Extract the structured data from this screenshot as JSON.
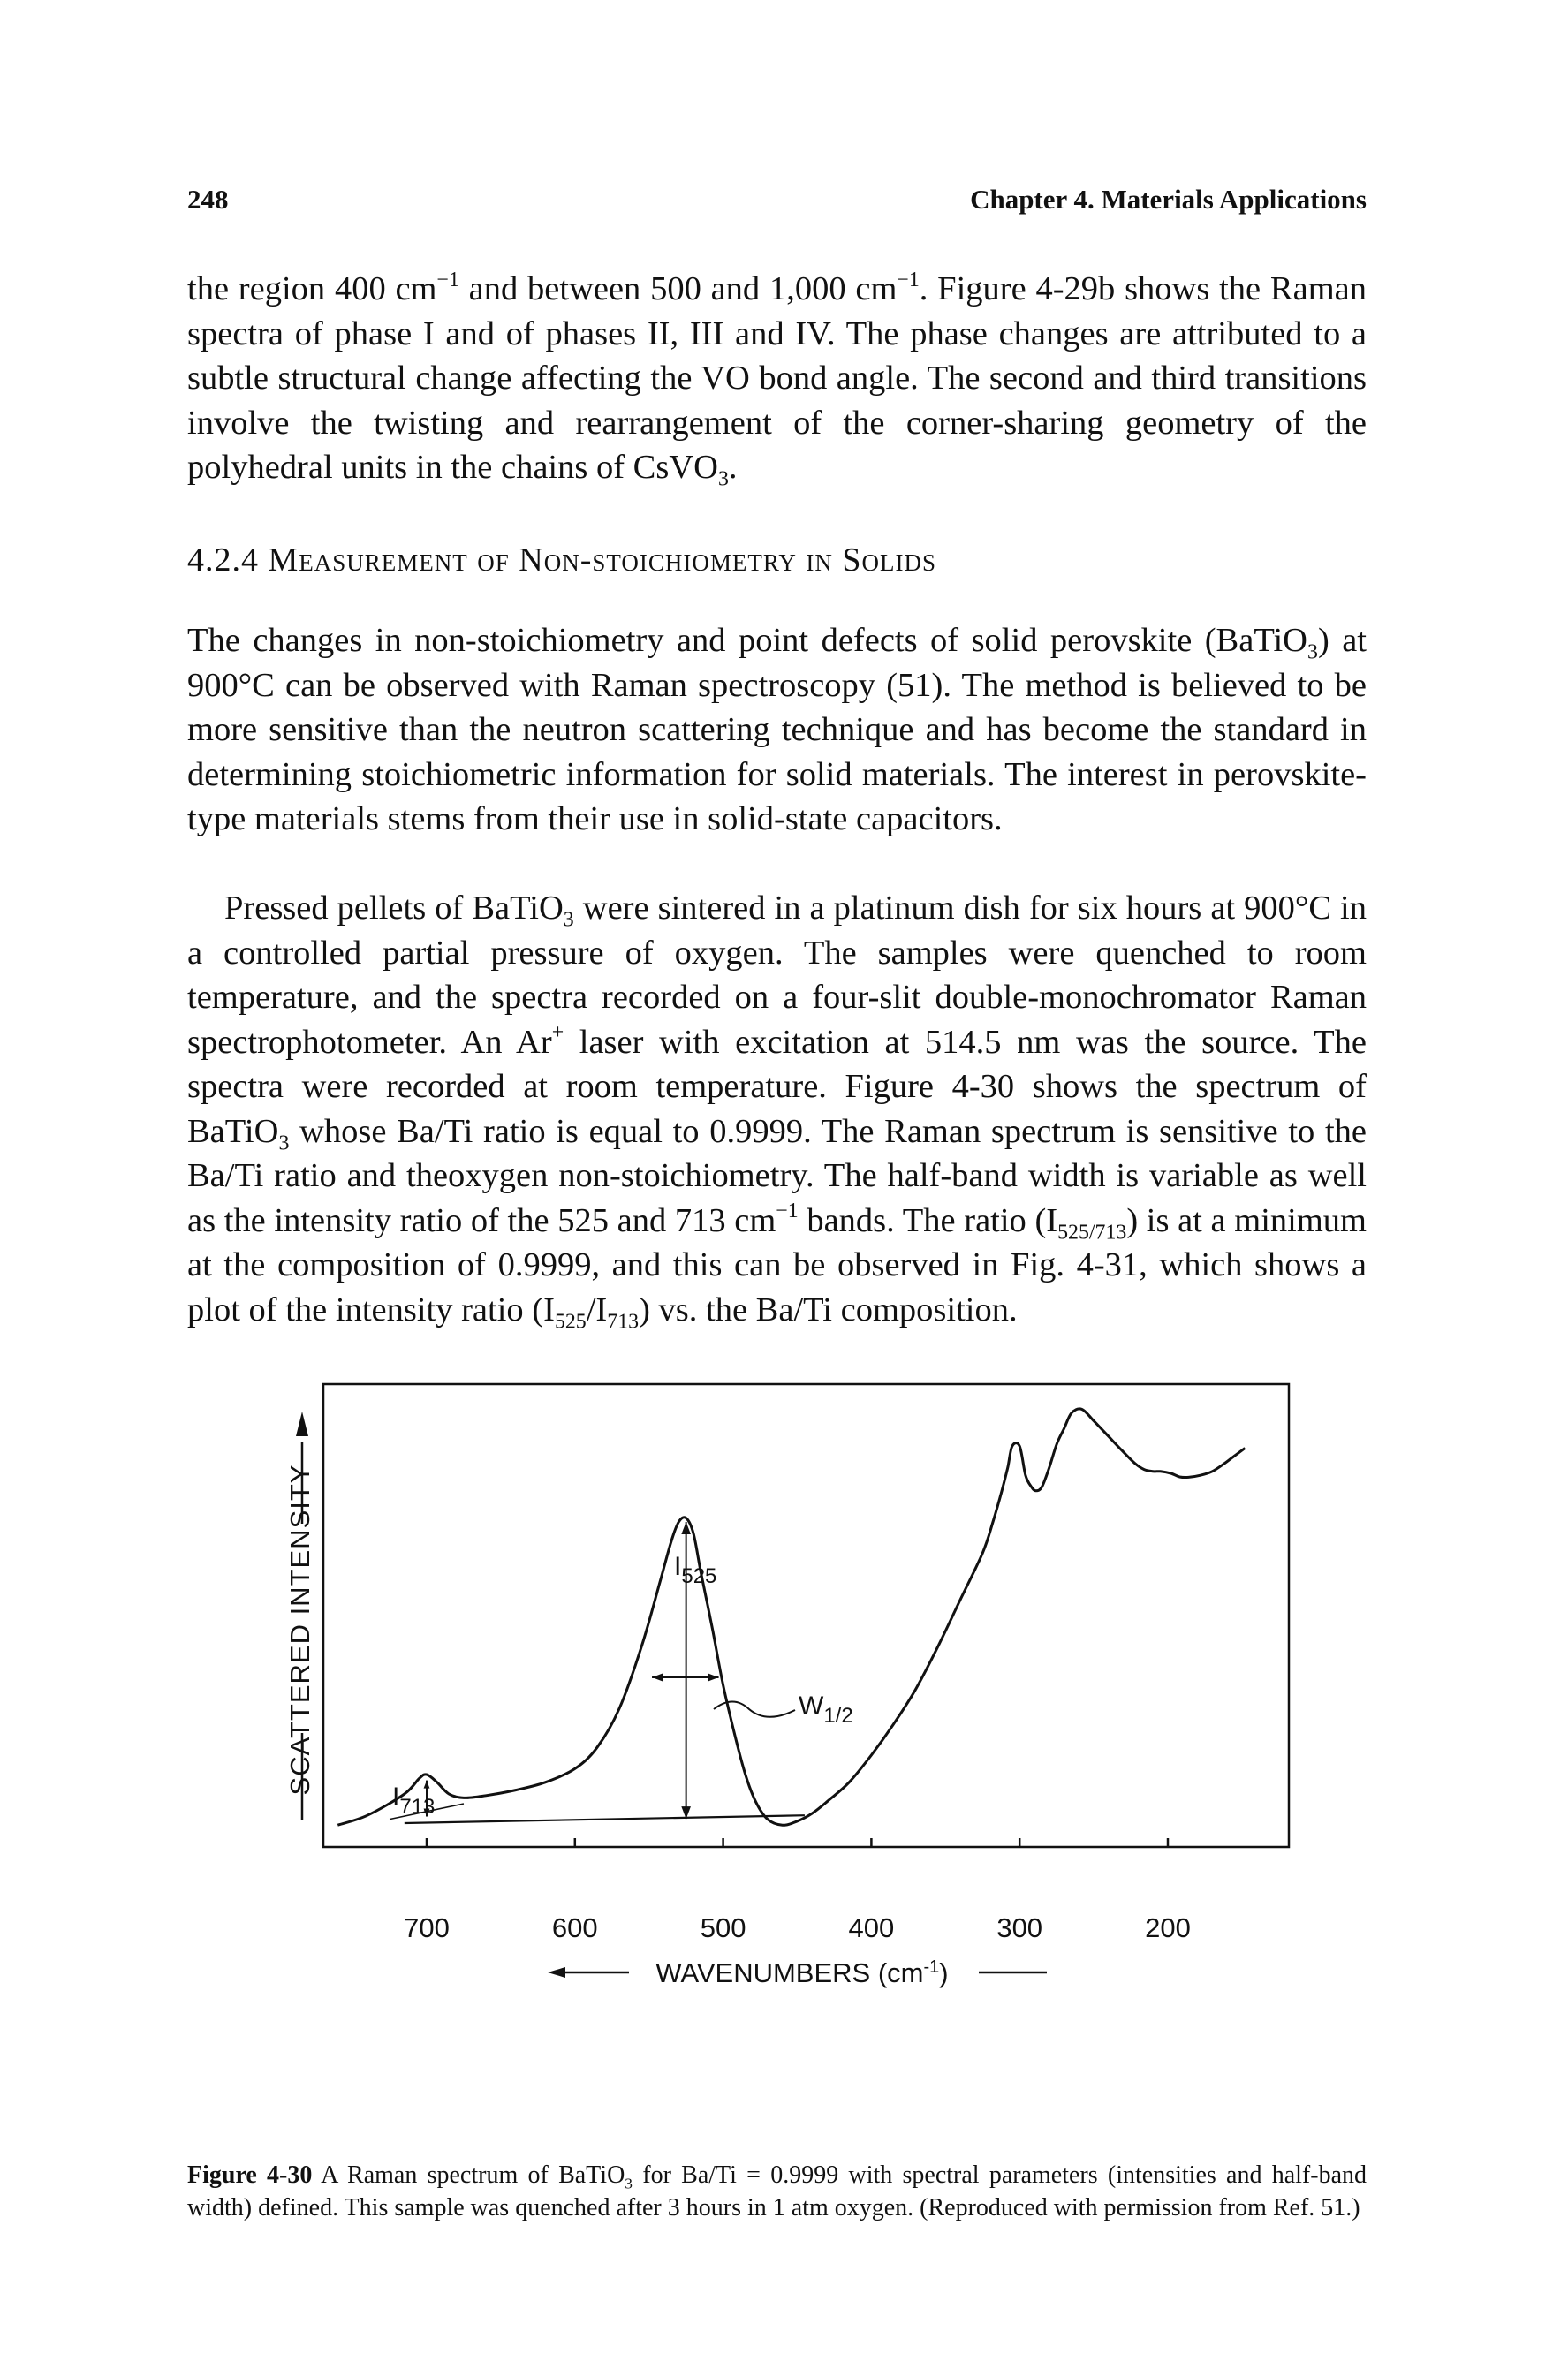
{
  "header": {
    "page_number": "248",
    "chapter": "Chapter 4. Materials Applications"
  },
  "paragraphs": {
    "p1": [
      {
        "t": "the region 400 cm"
      },
      {
        "sup": "−1"
      },
      {
        "t": " and between 500 and 1,000 cm"
      },
      {
        "sup": "−1"
      },
      {
        "t": ". Figure 4-29b shows the Raman spectra of phase I and of phases II, III and IV. The phase changes are attributed to a subtle structural change affecting the VO bond angle. The second and third transitions involve the twisting and rearrangement of the corner-sharing geometry of the polyhedral units in the chains of CsVO"
      },
      {
        "sub": "3"
      },
      {
        "t": "."
      }
    ],
    "p2": [
      {
        "t": "The changes in non-stoichiometry and point defects of solid perovskite (BaTiO"
      },
      {
        "sub": "3"
      },
      {
        "t": ") at 900°C can be observed with Raman spectroscopy (51). The method is believed to be more sensitive than the neutron scattering technique and has become the standard in determining stoichiometric information for solid materials. The interest in perovskite-type materials stems from their use in solid-state capacitors."
      }
    ],
    "p3": [
      {
        "t": "Pressed pellets of BaTiO"
      },
      {
        "sub": "3"
      },
      {
        "t": " were sintered in a platinum dish for six hours at 900°C in a controlled partial pressure of oxygen. The samples were quenched to room temperature, and the spectra recorded on a four-slit double-monochromator Raman spectrophotometer. An Ar"
      },
      {
        "sup": "+"
      },
      {
        "t": " laser with excitation at 514.5 nm was the source. The spectra were recorded at room temperature. Figure 4-30 shows the spectrum of BaTiO"
      },
      {
        "sub": "3"
      },
      {
        "t": " whose Ba/Ti ratio is equal to 0.9999. The Raman spectrum is sensitive to the Ba/Ti ratio and theoxygen non-stoichiometry. The half-band width is variable as well as the intensity ratio of the 525 and 713 cm"
      },
      {
        "sup": "−1"
      },
      {
        "t": " bands. The ratio (I"
      },
      {
        "sub": "525/713"
      },
      {
        "t": ") is at a minimum at the composition of 0.9999, and this can be observed in Fig. 4-31, which shows a plot of the intensity ratio (I"
      },
      {
        "sub": "525"
      },
      {
        "t": "/I"
      },
      {
        "sub": "713"
      },
      {
        "t": ") vs. the Ba/Ti composition."
      }
    ]
  },
  "section_heading": "4.2.4 Measurement of Non-stoichiometry in Solids",
  "figure": {
    "y_axis_label": "SCATTERED INTENSITY",
    "x_axis_label": "WAVENUMBERS (cm",
    "x_axis_label_sup": "-1",
    "x_axis_label_end": ")",
    "x_ticks": [
      "700",
      "600",
      "500",
      "400",
      "300",
      "200"
    ],
    "annotations": {
      "i525": "I",
      "i525_sub": "525",
      "i713": "I",
      "i713_sub": "713",
      "w12": "W",
      "w12_sub": "1/2"
    }
  },
  "chart_data": {
    "type": "line",
    "title": "",
    "xlabel": "WAVENUMBERS (cm-1)",
    "ylabel": "SCATTERED INTENSITY",
    "x_reversed": true,
    "xlim": [
      765,
      130
    ],
    "x_ticks": [
      700,
      600,
      500,
      400,
      300,
      200
    ],
    "y_units": "arbitrary",
    "series": [
      {
        "x": [
          760,
          740,
          715,
          705,
          700,
          693,
          685,
          675,
          660,
          640,
          620,
          600,
          585,
          570,
          555,
          543,
          535,
          530,
          525,
          520,
          515,
          507,
          500,
          492,
          485,
          478,
          470,
          460,
          450,
          440,
          430,
          415,
          400,
          385,
          370,
          355,
          340,
          325,
          318,
          312,
          308,
          305,
          300,
          296,
          292,
          289,
          285,
          280,
          275,
          270,
          265,
          258,
          250,
          240,
          230,
          222,
          216,
          210,
          205,
          198,
          192,
          186,
          178,
          170,
          162,
          155,
          148
        ],
        "y": [
          2,
          4.5,
          10,
          14,
          15,
          13,
          10,
          9,
          9.6,
          11,
          13,
          16.5,
          22,
          32,
          48,
          64,
          75,
          80,
          81,
          77,
          67,
          52,
          38,
          25,
          15,
          8,
          3.5,
          2,
          3,
          5,
          8,
          13,
          20,
          28,
          37,
          48,
          60,
          72,
          80,
          88,
          94,
          99.5,
          99.5,
          92,
          89,
          88,
          89,
          94,
          100,
          104,
          108,
          109,
          106,
          102,
          98,
          95,
          93.5,
          93,
          93,
          92.5,
          91.6,
          91.5,
          92,
          93,
          95,
          97,
          99
        ]
      }
    ],
    "annotations": [
      {
        "label": "I525",
        "x": 525,
        "note": "peak height measured from baseline"
      },
      {
        "label": "I713",
        "x": 700,
        "note": "peak height measured from baseline"
      },
      {
        "label": "W1/2",
        "x": 525,
        "note": "half-band width"
      }
    ]
  },
  "caption": {
    "label": "Figure 4-30",
    "parts": [
      {
        "t": " A Raman spectrum of BaTiO"
      },
      {
        "sub": "3"
      },
      {
        "t": " for Ba/Ti = 0.9999 with spectral parameters (intensities and half-band width) defined. This sample was quenched after 3 hours in 1 atm oxygen. (Reproduced with permission from Ref. 51.)"
      }
    ]
  }
}
